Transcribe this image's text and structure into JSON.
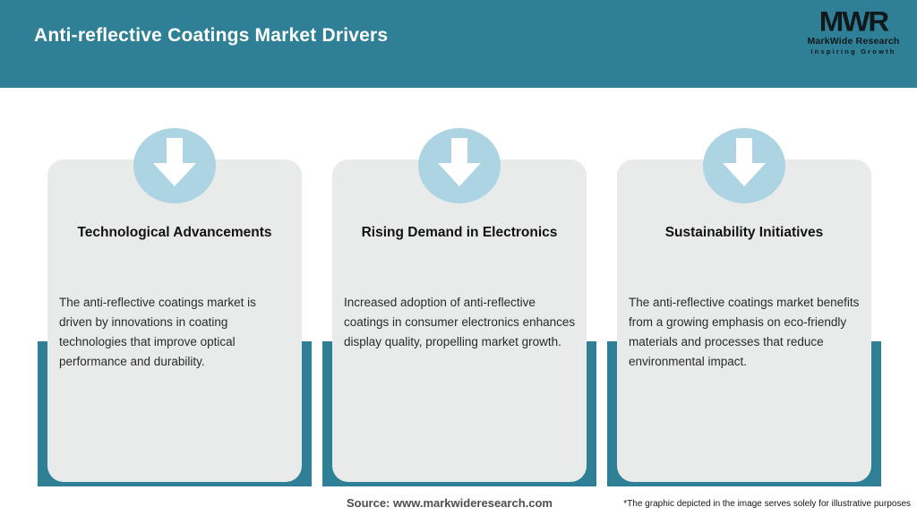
{
  "header": {
    "title": "Anti-reflective Coatings Market Drivers",
    "logo": {
      "acronym": "MWR",
      "name": "MarkWide Research",
      "tagline": "Inspiring Growth"
    }
  },
  "cards": [
    {
      "icon": "down-arrow-icon",
      "title": "Technological Advancements",
      "body": "The anti-reflective coatings market is driven by innovations in coating technologies that improve optical performance and durability."
    },
    {
      "icon": "down-arrow-icon",
      "title": "Rising Demand in Electronics",
      "body": "Increased adoption of anti-reflective coatings in consumer electronics enhances display quality, propelling market growth."
    },
    {
      "icon": "down-arrow-icon",
      "title": "Sustainability Initiatives",
      "body": "The anti-reflective coatings market benefits from a growing emphasis on eco-friendly materials and processes that reduce environmental impact."
    }
  ],
  "footer": {
    "source": "Source: www.markwideresearch.com",
    "disclaimer": "*The graphic depicted in the image serves solely for illustrative purposes"
  },
  "colors": {
    "teal": "#2F8096",
    "circle_blue": "#ACD4E2",
    "card_gray": "#E9EBEA",
    "title_text": "#121212",
    "body_text": "#2A2A2A"
  }
}
